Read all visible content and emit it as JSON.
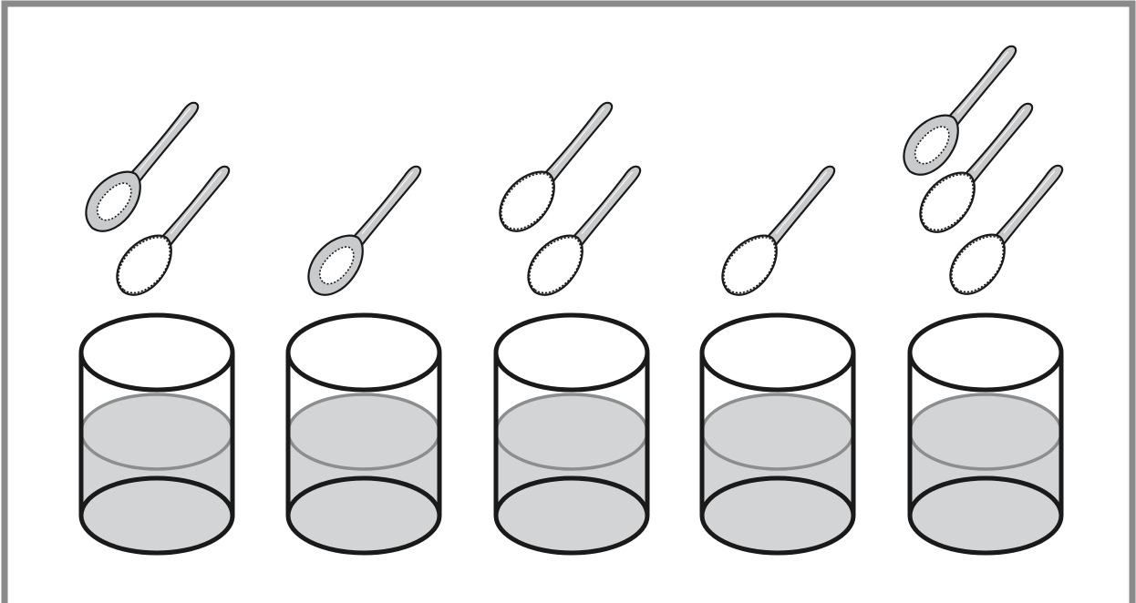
{
  "colors": {
    "frame_border": "#8a8a8a",
    "outline": "#1a1a1a",
    "water_fill": "#d3d4d6",
    "water_surface_line": "#8c8d8f",
    "spoon_fill": "#c9cacc",
    "spoon_bowl_fill": "#ffffff",
    "glass_top_fill": "#ffffff"
  },
  "icons": {
    "spoon": "spoon-icon",
    "sugar_heap": "sugar-heap-icon",
    "glass": "glass-of-water-icon"
  },
  "glasses": [
    {
      "spoons": [
        {
          "contents": "partly-empty"
        },
        {
          "contents": "heaped"
        }
      ]
    },
    {
      "spoons": [
        {
          "contents": "partly-empty"
        }
      ]
    },
    {
      "spoons": [
        {
          "contents": "heaped"
        },
        {
          "contents": "heaped"
        }
      ]
    },
    {
      "spoons": [
        {
          "contents": "heaped"
        }
      ]
    },
    {
      "spoons": [
        {
          "contents": "partly-empty"
        },
        {
          "contents": "heaped"
        },
        {
          "contents": "heaped"
        }
      ]
    }
  ]
}
